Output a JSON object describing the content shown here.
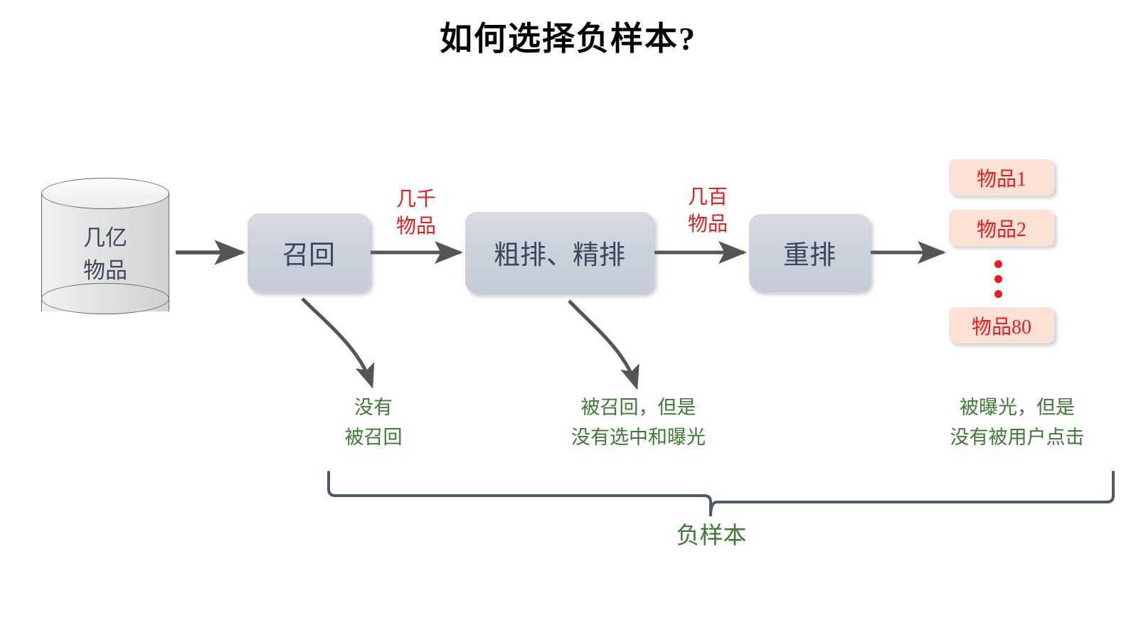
{
  "title": "如何选择负样本?",
  "source": {
    "shape": "cylinder",
    "label": "几亿\n物品",
    "text_color": "#3c4a60"
  },
  "stages": [
    {
      "id": "recall",
      "label": "召回"
    },
    {
      "id": "rank",
      "label": "粗排、精排"
    },
    {
      "id": "rerank",
      "label": "重排"
    }
  ],
  "counts": [
    {
      "id": "thousands",
      "label": "几千\n物品",
      "color": "#ef1a1a"
    },
    {
      "id": "hundreds",
      "label": "几百\n物品",
      "color": "#ef1a1a"
    }
  ],
  "items": {
    "box_color": "#fbe1d6",
    "text_color": "#ef1a1a",
    "first": "物品1",
    "second": "物品2",
    "last": "物品80",
    "ellipsis": "⋮"
  },
  "notes": [
    {
      "id": "not-recalled",
      "label": "没有\n被召回"
    },
    {
      "id": "not-exposed",
      "label": "被召回，但是\n没有选中和曝光"
    },
    {
      "id": "not-clicked",
      "label": "被曝光，但是\n没有被用户点击"
    }
  ],
  "brace": {
    "label": "负样本",
    "color": "#3d7a33",
    "line_color": "#4a5a72"
  },
  "colors": {
    "stage_fill": "#ccd2dc",
    "arrow": "#555555",
    "red": "#ef1a1a",
    "green": "#3d7a33",
    "navy": "#3c4a60"
  }
}
